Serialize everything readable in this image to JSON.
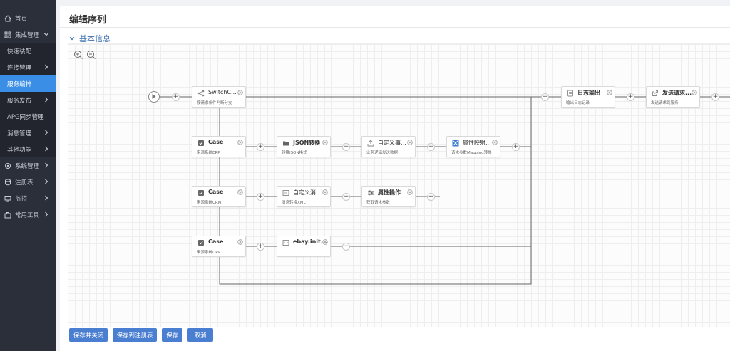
{
  "sidebar": {
    "items": [
      {
        "label": "首页",
        "icon": "home-icon"
      },
      {
        "label": "集成管理",
        "icon": "grid-icon"
      },
      {
        "label": "快速装配"
      },
      {
        "label": "连接管理"
      },
      {
        "label": "服务编排"
      },
      {
        "label": "服务发布"
      },
      {
        "label": "APG同步管理"
      },
      {
        "label": "消息管理"
      },
      {
        "label": "其他功能"
      },
      {
        "label": "系统管理",
        "icon": "settings-icon"
      },
      {
        "label": "注册表",
        "icon": "database-icon"
      },
      {
        "label": "监控",
        "icon": "monitor-icon"
      },
      {
        "label": "常用工具",
        "icon": "tools-icon"
      }
    ]
  },
  "page": {
    "title": "编辑序列",
    "section": "基本信息"
  },
  "nodes": {
    "switch": {
      "title": "SwitchC...",
      "sub": "按请求条件判断分支"
    },
    "case1": {
      "title": "Case",
      "sub": "来源系统ERP"
    },
    "json": {
      "title": "JSON转换",
      "sub": "转换JSON格式"
    },
    "custom1": {
      "title": "自定义事...",
      "sub": "业务逻辑发送数据"
    },
    "mapping": {
      "title": "属性映射...",
      "sub": "请求参数Mapping转换"
    },
    "case2": {
      "title": "Case",
      "sub": "来源系统CRM"
    },
    "custom2": {
      "title": "自定义消...",
      "sub": "消息转换XML"
    },
    "attr": {
      "title": "属性操作",
      "sub": "获取请求参数"
    },
    "case3": {
      "title": "Case",
      "sub": "来源系统DRP"
    },
    "ebay": {
      "title": "ebay.init...",
      "sub": ""
    },
    "log": {
      "title": "日志输出",
      "sub": "输出日志记录"
    },
    "send": {
      "title": "发送请求...",
      "sub": "发送请求到服务"
    }
  },
  "buttons": {
    "save_close": "保存并关闭",
    "save_registry": "保存到注册表",
    "save": "保存",
    "cancel": "取消"
  },
  "colors": {
    "accent": "#4a7ed0",
    "active": "#3a8ee6",
    "sidebar": "#2b2f3a"
  }
}
